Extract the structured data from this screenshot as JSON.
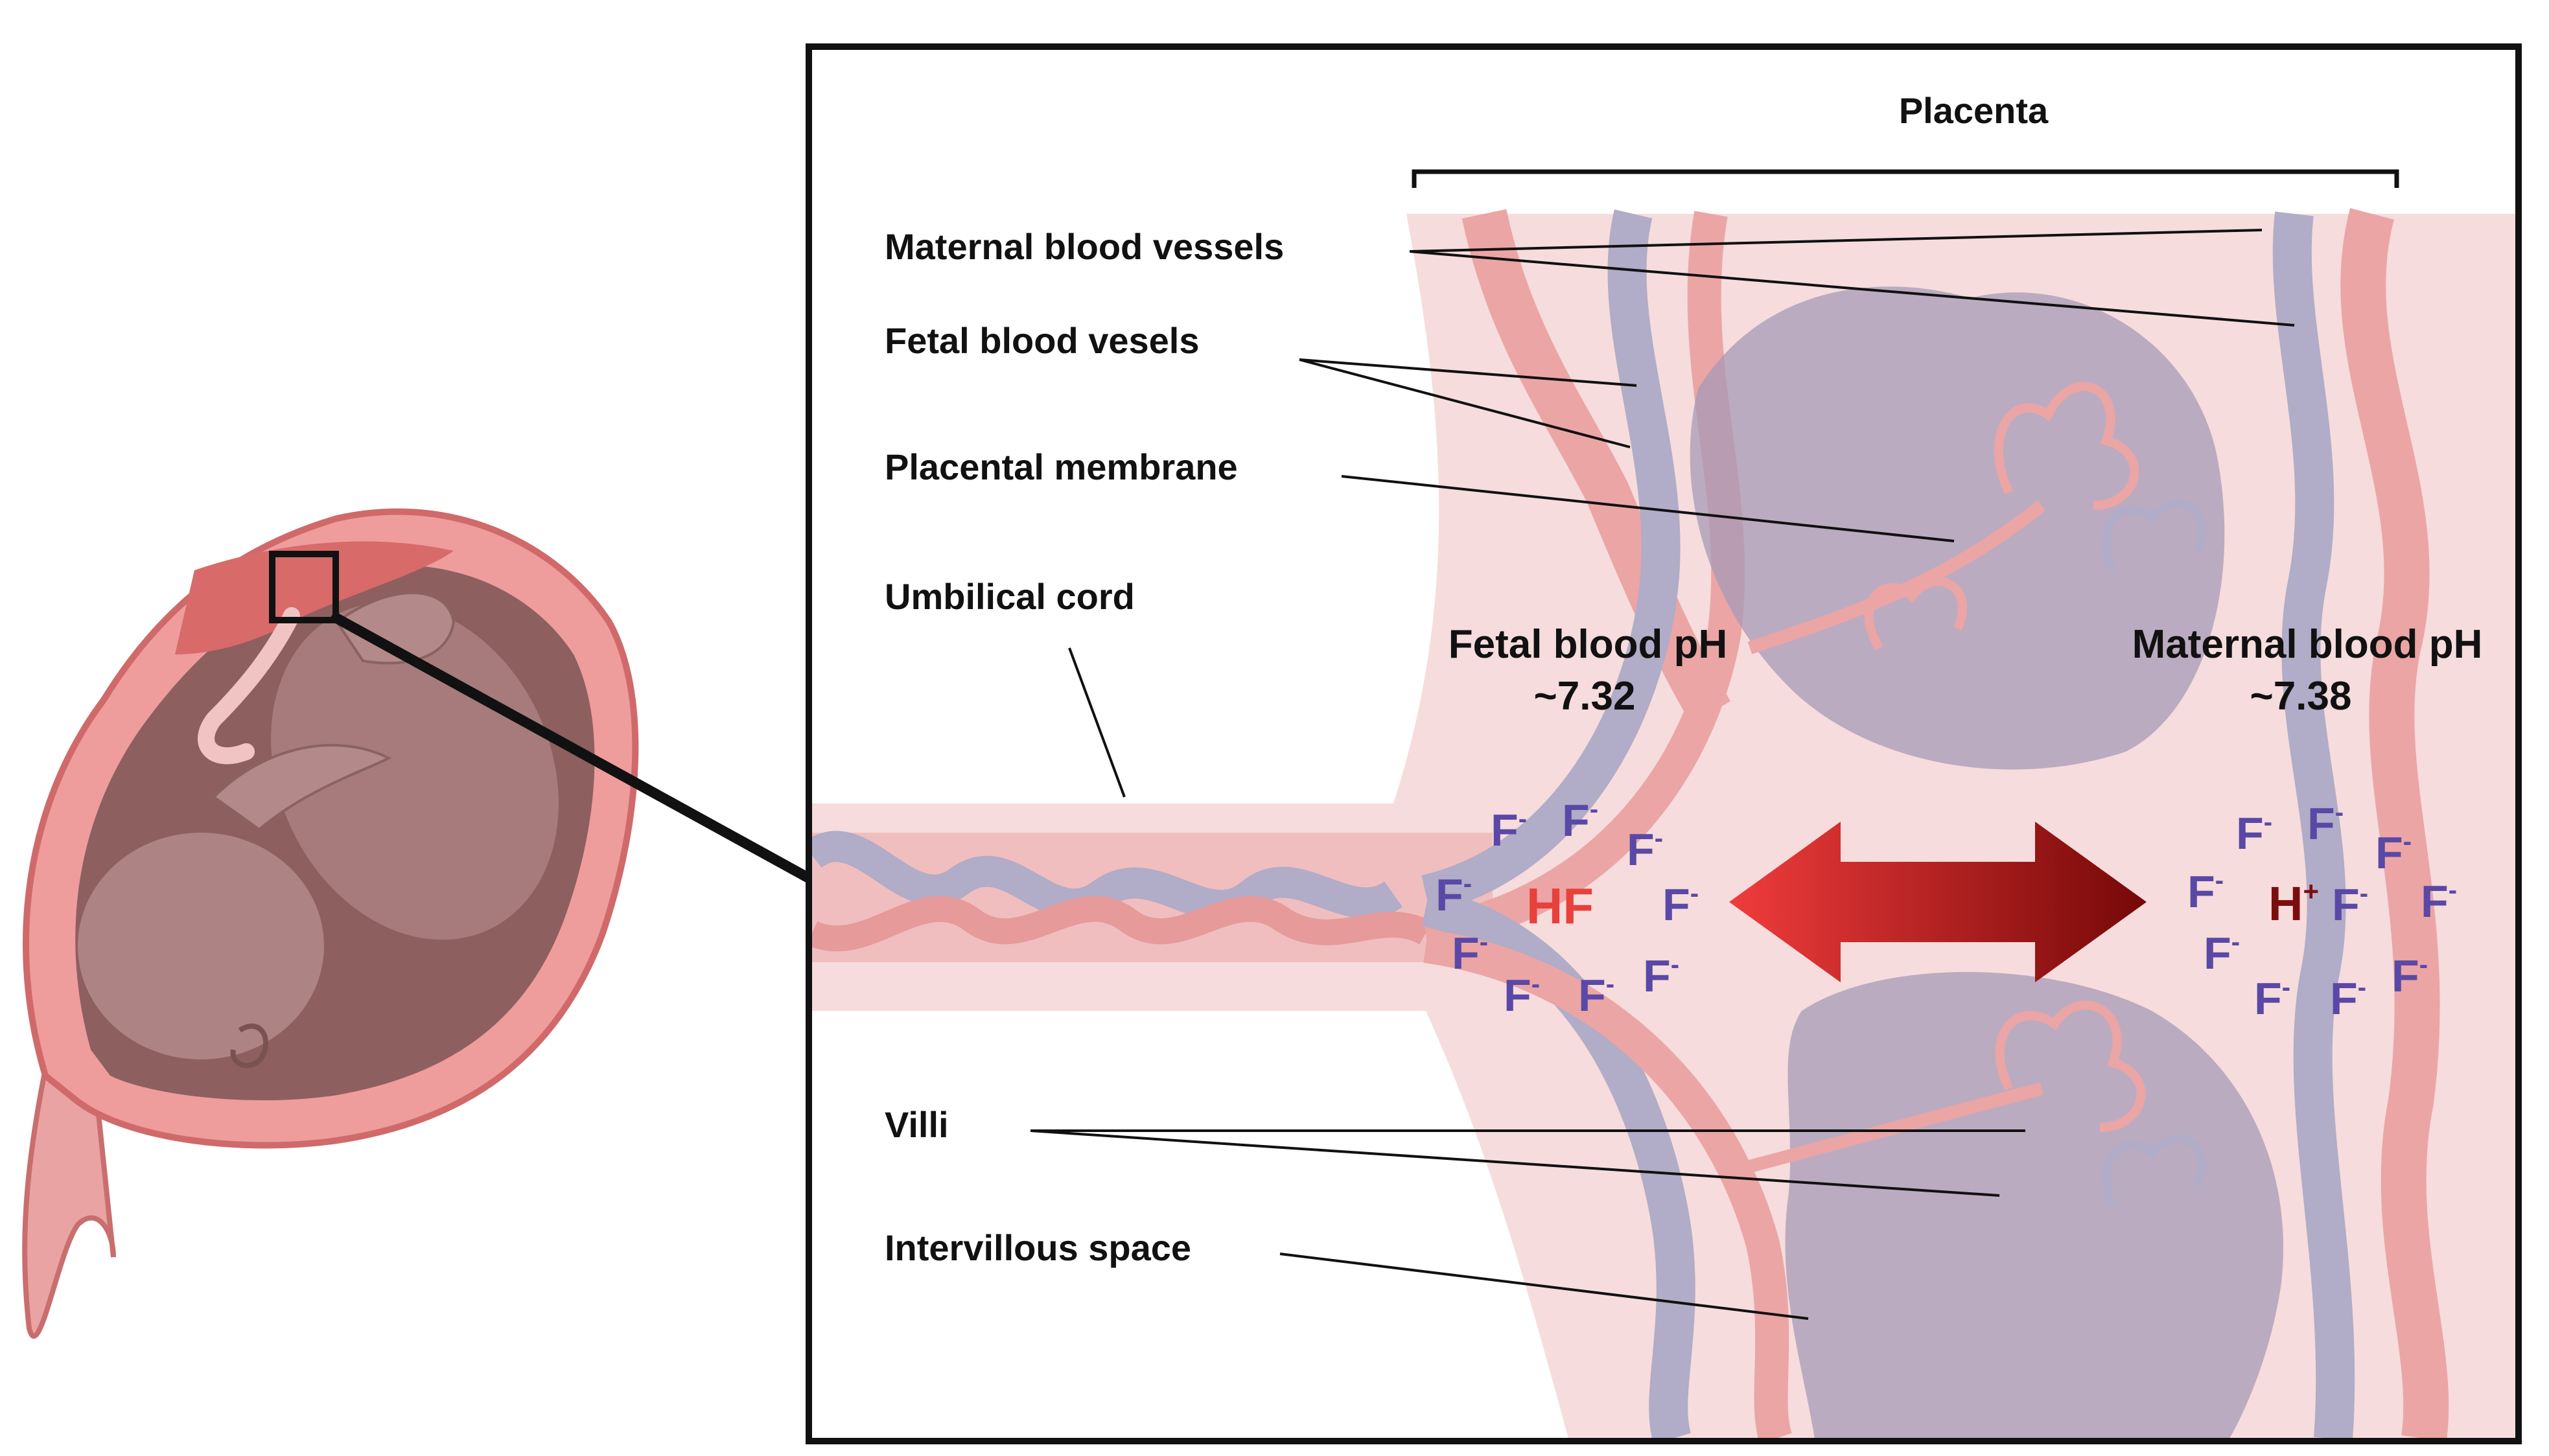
{
  "labels": {
    "placenta": "Placenta",
    "maternal_vessels": "Maternal blood vessels",
    "fetal_vessels": "Fetal blood vesels",
    "placental_membrane": "Placental membrane",
    "umbilical_cord": "Umbilical cord",
    "villi": "Villi",
    "intervillous_space": "Intervillous space"
  },
  "fetal": {
    "title": "Fetal blood pH",
    "value": "~7.32",
    "compound": "HF"
  },
  "maternal": {
    "title": "Maternal blood pH",
    "value": "~7.38",
    "ion": "H",
    "ion_sup": "+"
  },
  "fluoride": {
    "symbol": "F",
    "charge": "-"
  },
  "colors": {
    "pink_bg": "#f6dcdc",
    "artery": "#eba5a5",
    "vein": "#b1acc7",
    "space": "#a79bb7",
    "fluoride": "#5a48a6",
    "hf": "#e8413b",
    "h_plus": "#7a0e0e",
    "arrow_light": "#f03c3c",
    "arrow_dark": "#760808"
  }
}
